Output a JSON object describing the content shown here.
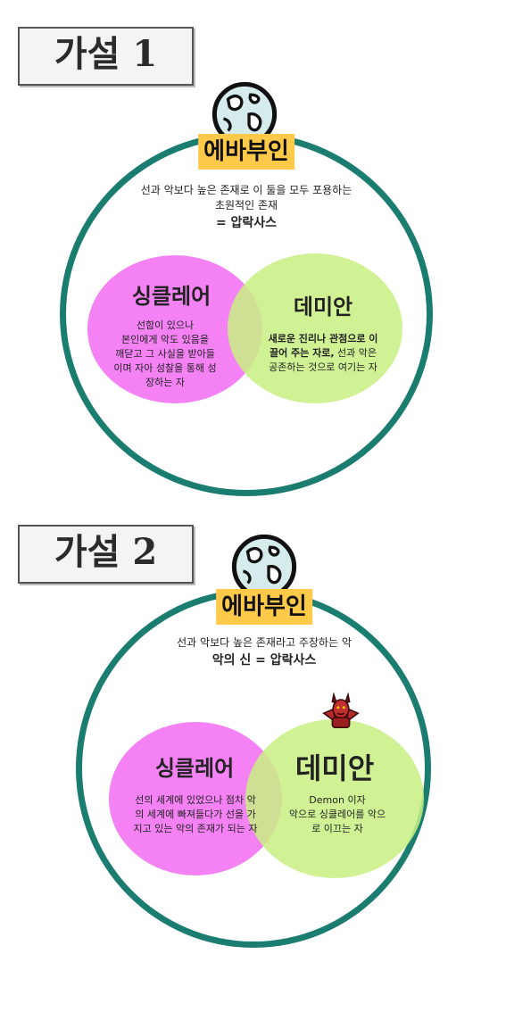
{
  "hypothesis1": {
    "label": "가설 1",
    "center_tag": "에바부인",
    "desc_line1": "선과 악보다 높은 존재로 이 둘을 모두 포용하는",
    "desc_line2": "초원적인 존재",
    "equals": "= 압락사스",
    "left_name": "싱클레어",
    "left_lines": [
      "선함이 있으나",
      "본인에게 악도 있음을",
      "깨닫고 그 사실을 받아들",
      "이며 자아 성찰을 통해 성",
      "장하는 자"
    ],
    "right_name": "데미안",
    "right_line1_bold": "새로운 진리나 관점으로 이",
    "right_line2_bold": "끌어 주는 자로,",
    "right_line2_rest": " 선과 악은",
    "right_line3": "공존하는 것으로 여기는 자"
  },
  "hypothesis2": {
    "label": "가설 2",
    "center_tag": "에바부인",
    "desc_line1": "선과 악보다 높은 존재라고 주장하는 악",
    "equals": "악의 신 = 압락사스",
    "left_name": "싱클레어",
    "left_lines": [
      "선의 세계에 있었으나 점차 악",
      "의 세계에 빠져들다가 선을 가",
      "지고 있는 악의 존재가 되는 자"
    ],
    "right_name": "데미안",
    "right_lines": [
      "Demon 이자",
      "악으로 싱클레어를 악으",
      "로 이끄는 자"
    ]
  },
  "colors": {
    "ring": "#1a7d70",
    "tag": "#ffc94a",
    "pink": "#f378f3",
    "green": "#c8f082"
  },
  "icons": [
    "globe-icon",
    "devil-icon"
  ]
}
